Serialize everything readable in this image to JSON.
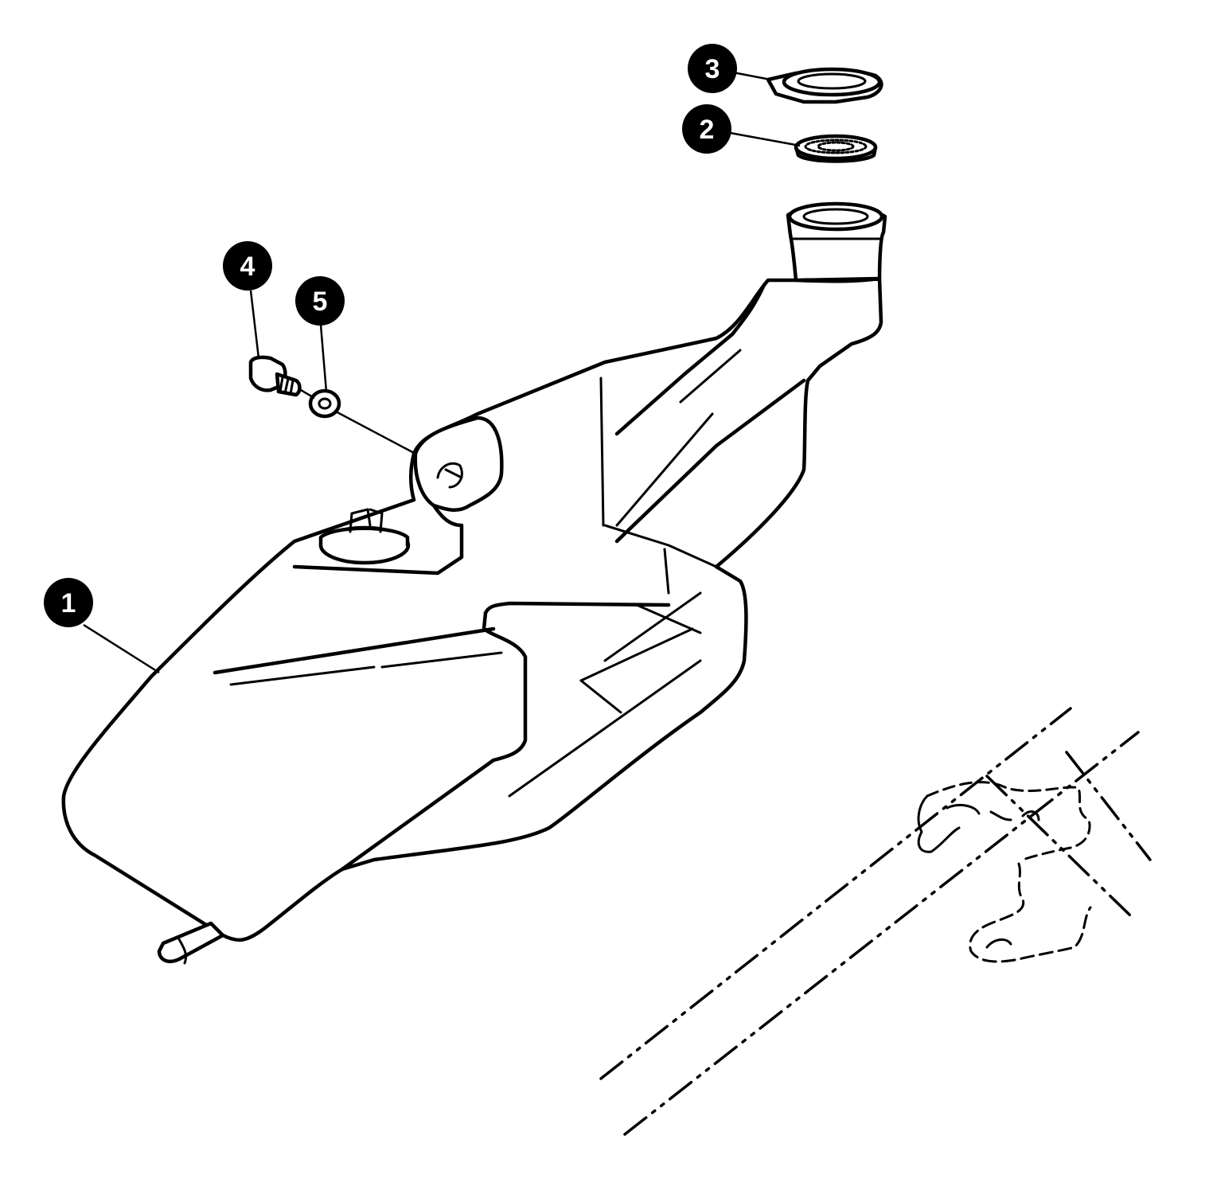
{
  "callouts": [
    {
      "id": "1",
      "label": "1",
      "part": "reservoir-tank"
    },
    {
      "id": "2",
      "label": "2",
      "part": "strainer-filter"
    },
    {
      "id": "3",
      "label": "3",
      "part": "filler-cap"
    },
    {
      "id": "4",
      "label": "4",
      "part": "mounting-bolt"
    },
    {
      "id": "5",
      "label": "5",
      "part": "washer"
    }
  ],
  "colors": {
    "line": "#000000",
    "background": "#ffffff",
    "callout_fill": "#000000",
    "callout_text": "#ffffff"
  }
}
